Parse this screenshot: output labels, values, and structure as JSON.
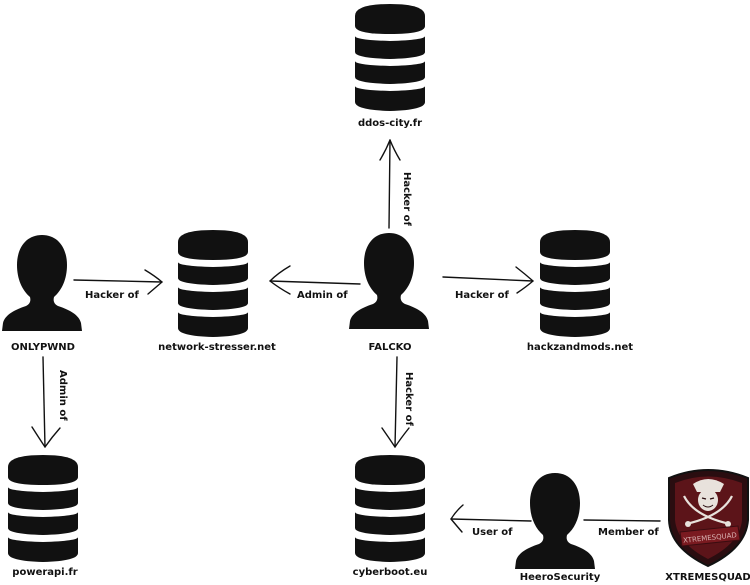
{
  "diagram": {
    "title": "",
    "nodes": [
      {
        "id": "ddos-city",
        "type": "database",
        "label": "ddos-city.fr"
      },
      {
        "id": "onlypwnd",
        "type": "person",
        "label": "ONLYPWND"
      },
      {
        "id": "network-stresser",
        "type": "database",
        "label": "network-stresser.net"
      },
      {
        "id": "falcko",
        "type": "person",
        "label": "FALCKO"
      },
      {
        "id": "hackzandmods",
        "type": "database",
        "label": "hackzandmods.net"
      },
      {
        "id": "powerapi",
        "type": "database",
        "label": "powerapi.fr"
      },
      {
        "id": "cyberboot",
        "type": "database",
        "label": "cyberboot.eu"
      },
      {
        "id": "heerosecurity",
        "type": "person",
        "label": "HeeroSecurity"
      },
      {
        "id": "xtremesquad",
        "type": "group-shield",
        "label": "XTREMESQUAD",
        "badge_text": "XTREMESQUAD"
      }
    ],
    "edges": [
      {
        "from": "falcko",
        "to": "ddos-city",
        "label": "Hacker of"
      },
      {
        "from": "onlypwnd",
        "to": "network-stresser",
        "label": "Hacker of"
      },
      {
        "from": "falcko",
        "to": "network-stresser",
        "label": "Admin of"
      },
      {
        "from": "falcko",
        "to": "hackzandmods",
        "label": "Hacker of"
      },
      {
        "from": "onlypwnd",
        "to": "powerapi",
        "label": "Admin of"
      },
      {
        "from": "falcko",
        "to": "cyberboot",
        "label": "Hacker of"
      },
      {
        "from": "heerosecurity",
        "to": "cyberboot",
        "label": "User of"
      },
      {
        "from": "heerosecurity",
        "to": "xtremesquad",
        "label": "Member of"
      }
    ],
    "colors": {
      "ink": "#111111",
      "background": "#ffffff",
      "shield_dark": "#2a0d10",
      "shield_red": "#5c1419",
      "banner_red": "#7a1a20"
    }
  }
}
